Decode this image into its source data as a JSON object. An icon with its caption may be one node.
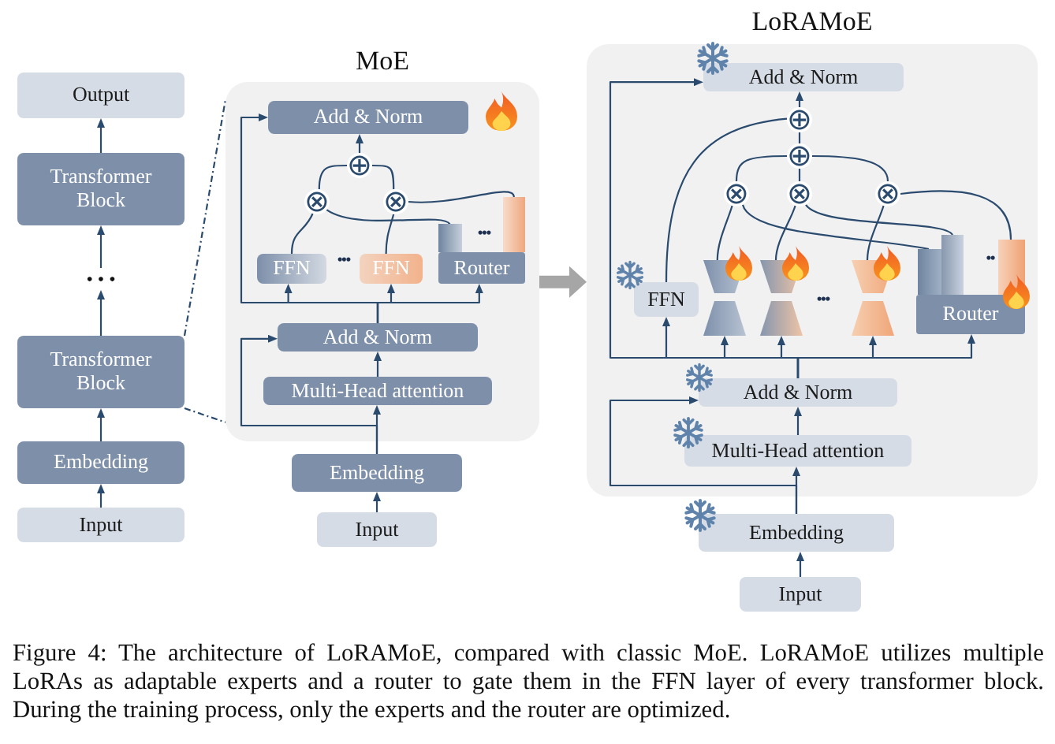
{
  "diagram": {
    "caption": "Figure 4: The architecture of LoRAMoE, compared with classic MoE. LoRAMoE utilizes multiple LoRAs as adaptable experts and a router to gate them in the FFN layer of every transformer block. During the training process, only the experts and the router are optimized.",
    "nodes": [
      {
        "text": [
          "Output"
        ]
      },
      {
        "text": [
          "Transformer Block"
        ]
      },
      {
        "text": [
          "• • •"
        ]
      },
      {
        "text": [
          "Transformer Block"
        ]
      },
      {
        "text": [
          "Embedding"
        ]
      },
      {
        "text": [
          "Input"
        ]
      },
      {
        "text": [
          "MoE"
        ]
      },
      {
        "text": [
          "Add & Norm"
        ],
        "in": 6
      },
      {
        "text": [
          "⊕"
        ],
        "in": 6
      },
      {
        "text": [
          "⊗"
        ],
        "in": 6
      },
      {
        "text": [
          "⊗"
        ],
        "in": 6
      },
      {
        "text": [
          "FFN"
        ],
        "in": 6
      },
      {
        "text": [
          "FFN"
        ],
        "in": 6
      },
      {
        "text": [
          "Router"
        ],
        "in": 6
      },
      {
        "text": [
          "Add & Norm"
        ],
        "in": 6
      },
      {
        "text": [
          "Multi-Head attention"
        ],
        "in": 6
      },
      {
        "text": [
          "Embedding"
        ]
      },
      {
        "text": [
          "Input"
        ]
      },
      {
        "text": [
          "LoRAMoE"
        ]
      },
      {
        "text": [
          "Add & Norm"
        ],
        "in": 18
      },
      {
        "text": [
          "⊕"
        ],
        "in": 18
      },
      {
        "text": [
          "⊕"
        ],
        "in": 18
      },
      {
        "text": [
          "⊗"
        ],
        "in": 18
      },
      {
        "text": [
          "⊗"
        ],
        "in": 18
      },
      {
        "text": [
          "⊗"
        ],
        "in": 18
      },
      {
        "text": [
          "FFN"
        ],
        "in": 18
      },
      {
        "text": [],
        "shape": "hourglass",
        "in": 18
      },
      {
        "text": [],
        "shape": "hourglass",
        "in": 18
      },
      {
        "text": [],
        "shape": "hourglass",
        "in": 18
      },
      {
        "text": [
          "Router"
        ],
        "in": 18
      },
      {
        "text": [
          "Add & Norm"
        ],
        "in": 18
      },
      {
        "text": [
          "Multi-Head attention"
        ],
        "in": 18
      },
      {
        "text": [
          "Embedding"
        ]
      },
      {
        "text": [
          "Input"
        ]
      }
    ],
    "edges": [
      {
        "from": 5,
        "to": 4,
        "arrow": "to"
      },
      {
        "from": 4,
        "to": 3,
        "arrow": "to"
      },
      {
        "from": 3,
        "to": 2,
        "arrow": "to"
      },
      {
        "from": 2,
        "to": 1,
        "arrow": "to"
      },
      {
        "from": 1,
        "to": 0,
        "arrow": "to"
      },
      {
        "from": 3,
        "to": 6,
        "arrow": "none",
        "style": "dashed"
      },
      {
        "from": 3,
        "to": 6,
        "arrow": "none",
        "style": "dashed"
      },
      {
        "from": 6,
        "to": 18,
        "arrow": "to",
        "style": "thick",
        "color": "#a6a6a6"
      },
      {
        "from": 17,
        "to": 16,
        "arrow": "to"
      },
      {
        "from": 16,
        "to": 15,
        "arrow": "to"
      },
      {
        "from": 16,
        "to": 14,
        "arrow": "to"
      },
      {
        "from": 15,
        "to": 14,
        "arrow": "to"
      },
      {
        "from": 14,
        "to": 11,
        "arrow": "to"
      },
      {
        "from": 14,
        "to": 12,
        "arrow": "to"
      },
      {
        "from": 14,
        "to": 13,
        "arrow": "to"
      },
      {
        "from": 14,
        "to": 7,
        "arrow": "to"
      },
      {
        "from": 11,
        "to": 9,
        "arrow": "none"
      },
      {
        "from": 12,
        "to": 10,
        "arrow": "none"
      },
      {
        "from": 13,
        "to": 9,
        "arrow": "none"
      },
      {
        "from": 13,
        "to": 10,
        "arrow": "none"
      },
      {
        "from": 9,
        "to": 8,
        "arrow": "none"
      },
      {
        "from": 10,
        "to": 8,
        "arrow": "none"
      },
      {
        "from": 8,
        "to": 7,
        "arrow": "to"
      },
      {
        "from": 33,
        "to": 32,
        "arrow": "to"
      },
      {
        "from": 32,
        "to": 31,
        "arrow": "to"
      },
      {
        "from": 32,
        "to": 30,
        "arrow": "to"
      },
      {
        "from": 31,
        "to": 30,
        "arrow": "to"
      },
      {
        "from": 30,
        "to": 25,
        "arrow": "to"
      },
      {
        "from": 30,
        "to": 26,
        "arrow": "to"
      },
      {
        "from": 30,
        "to": 27,
        "arrow": "to"
      },
      {
        "from": 30,
        "to": 28,
        "arrow": "to"
      },
      {
        "from": 30,
        "to": 29,
        "arrow": "to"
      },
      {
        "from": 30,
        "to": 19,
        "arrow": "to"
      },
      {
        "from": 25,
        "to": 20,
        "arrow": "none"
      },
      {
        "from": 26,
        "to": 22,
        "arrow": "none"
      },
      {
        "from": 27,
        "to": 23,
        "arrow": "none"
      },
      {
        "from": 28,
        "to": 24,
        "arrow": "none"
      },
      {
        "from": 29,
        "to": 22,
        "arrow": "none"
      },
      {
        "from": 29,
        "to": 23,
        "arrow": "none"
      },
      {
        "from": 29,
        "to": 24,
        "arrow": "none"
      },
      {
        "from": 22,
        "to": 21,
        "arrow": "none"
      },
      {
        "from": 23,
        "to": 21,
        "arrow": "none"
      },
      {
        "from": 24,
        "to": 21,
        "arrow": "none"
      },
      {
        "from": 21,
        "to": 20,
        "arrow": "none"
      },
      {
        "from": 20,
        "to": 19,
        "arrow": "to"
      }
    ],
    "labels": [
      "•••",
      "•••",
      "•••",
      "••"
    ]
  }
}
